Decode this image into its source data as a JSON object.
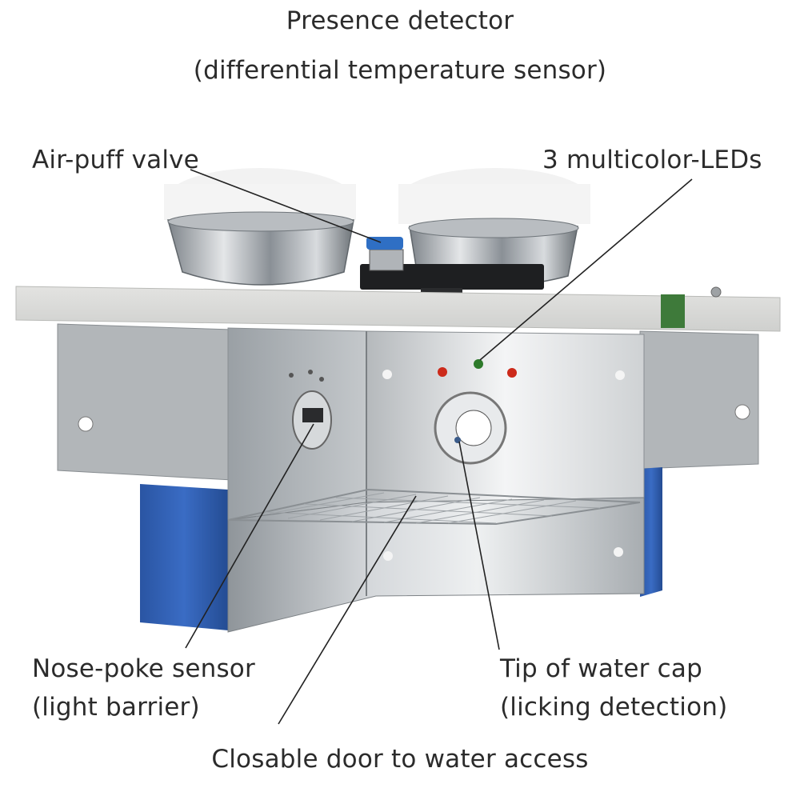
{
  "labels": {
    "presence": {
      "line1": "Presence detector",
      "line2": "(differential temperature sensor)"
    },
    "air_puff": {
      "line1": "Air-puff valve"
    },
    "leds": {
      "line1": "3 multicolor-LEDs"
    },
    "nose_poke": {
      "line1": "Nose-poke sensor",
      "line2": "(light barrier)"
    },
    "water_tip": {
      "line1": "Tip of water cap",
      "line2": "(licking detection)"
    },
    "door": {
      "line1": "Closable door to water access"
    }
  },
  "colors": {
    "text": "#2b2b2b",
    "panel_top": "#dcdcdc",
    "steel": "#c9cdd0",
    "blue_block": "#2f5fb0",
    "led_red": "#cc2a1a",
    "led_green": "#2d7a2a"
  }
}
